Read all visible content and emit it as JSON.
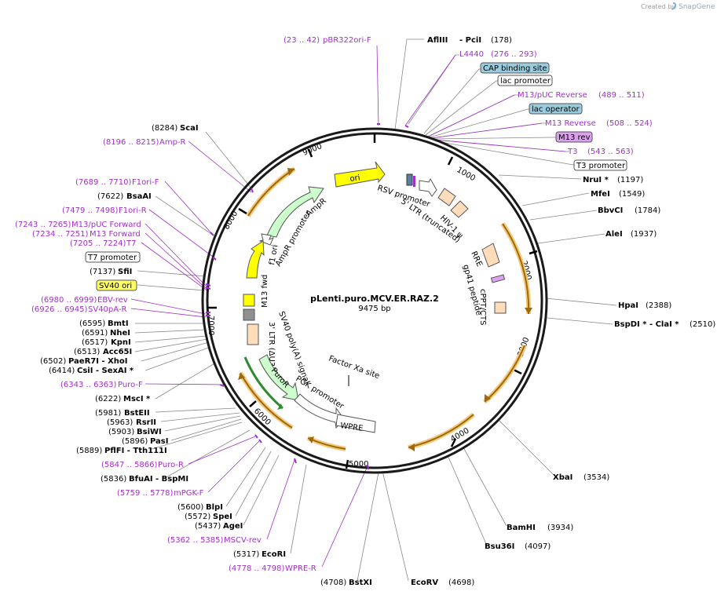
{
  "watermark": {
    "created_by": "Created by",
    "brand": "SnapGene"
  },
  "plasmid": {
    "name": "pLenti.puro.MCV.ER.RAZ.2",
    "size": "9475 bp"
  },
  "ticks": [
    "1000",
    "2000",
    "3000",
    "4000",
    "5000",
    "6000",
    "7000",
    "8000",
    "9000"
  ],
  "features": {
    "ori": "ori",
    "rsv_promoter": "RSV promoter",
    "ltr5": "5' LTR (truncated)",
    "hiv_psi": "HIV-1 ψ",
    "rre": "RRE",
    "gp41": "gp41 peptide",
    "cppt": "cPPT/CTS",
    "factor_xa": "Factor Xa site",
    "pgk": "PGK promoter",
    "wpre": "WPRE",
    "puror": "PuroR",
    "ltr3": "3' LTR (ΔU3)",
    "sv40polya": "SV40 poly(A) signal",
    "m13fwd": "M13 fwd",
    "f1ori": "f1 ori",
    "ampr_promoter": "AmpR promoter",
    "ampr": "AmpR"
  },
  "labels_right": [
    {
      "name": "AflIII",
      "extra": "- PciI",
      "pos": "(178)",
      "type": "enzyme"
    },
    {
      "name": "L4440",
      "range": "(276 .. 293)",
      "type": "primer"
    },
    {
      "name": "CAP binding site",
      "type": "box-blue"
    },
    {
      "name": "lac promoter",
      "type": "box-white"
    },
    {
      "name": "M13/pUC Reverse",
      "range": "(489 .. 511)",
      "type": "primer"
    },
    {
      "name": "lac operator",
      "type": "box-blue"
    },
    {
      "name": "M13 Reverse",
      "range": "(508 .. 524)",
      "type": "primer"
    },
    {
      "name": "M13 rev",
      "type": "box-purple"
    },
    {
      "name": "T3",
      "range": "(543 .. 563)",
      "type": "primer"
    },
    {
      "name": "T3 promoter",
      "type": "box-white"
    },
    {
      "name": "NruI *",
      "pos": "(1197)",
      "type": "enzyme"
    },
    {
      "name": "MfeI",
      "pos": "(1549)",
      "type": "enzyme"
    },
    {
      "name": "BbvCI",
      "pos": "(1784)",
      "type": "enzyme"
    },
    {
      "name": "AleI",
      "pos": "(1937)",
      "type": "enzyme"
    },
    {
      "name": "HpaI",
      "pos": "(2388)",
      "type": "enzyme"
    },
    {
      "name": "BspDI * - ClaI *",
      "pos": "(2510)",
      "type": "enzyme"
    },
    {
      "name": "XbaI",
      "pos": "(3534)",
      "type": "enzyme"
    },
    {
      "name": "BamHI",
      "pos": "(3934)",
      "type": "enzyme"
    },
    {
      "name": "Bsu36I",
      "pos": "(4097)",
      "type": "enzyme"
    },
    {
      "name": "EcoRV",
      "pos": "(4698)",
      "type": "enzyme"
    }
  ],
  "labels_left": [
    {
      "name": "pBR322ori-F",
      "range": "(23 .. 42)",
      "type": "primer"
    },
    {
      "name": "ScaI",
      "pos": "(8284)",
      "type": "enzyme"
    },
    {
      "name": "Amp-R",
      "range": "(8196 .. 8215)",
      "type": "primer"
    },
    {
      "name": "F1ori-F",
      "range": "(7689 .. 7710)",
      "type": "primer"
    },
    {
      "name": "BsaAI",
      "pos": "(7622)",
      "type": "enzyme"
    },
    {
      "name": "F1ori-R",
      "range": "(7479 .. 7498)",
      "type": "primer"
    },
    {
      "name": "M13/pUC Forward",
      "range": "(7243 .. 7265)",
      "type": "primer"
    },
    {
      "name": "M13 Forward",
      "range": "(7234 .. 7251)",
      "type": "primer"
    },
    {
      "name": "T7",
      "range": "(7205 .. 7224)",
      "type": "primer"
    },
    {
      "name": "T7 promoter",
      "type": "box-white"
    },
    {
      "name": "SfiI",
      "pos": "(7137)",
      "type": "enzyme"
    },
    {
      "name": "SV40 ori",
      "type": "box-yellow"
    },
    {
      "name": "EBV-rev",
      "range": "(6980 .. 6999)",
      "type": "primer"
    },
    {
      "name": "SV40pA-R",
      "range": "(6926 .. 6945)",
      "type": "primer"
    },
    {
      "name": "BmtI",
      "pos": "(6595)",
      "type": "enzyme"
    },
    {
      "name": "NheI",
      "pos": "(6591)",
      "type": "enzyme"
    },
    {
      "name": "KpnI",
      "pos": "(6517)",
      "type": "enzyme"
    },
    {
      "name": "Acc65I",
      "pos": "(6513)",
      "type": "enzyme"
    },
    {
      "name": "PaeR7I - XhoI",
      "pos": "(6502)",
      "type": "enzyme"
    },
    {
      "name": "CsiI - SexAI *",
      "pos": "(6414)",
      "type": "enzyme"
    },
    {
      "name": "Puro-F",
      "range": "(6343 .. 6363)",
      "type": "primer"
    },
    {
      "name": "MscI *",
      "pos": "(6222)",
      "type": "enzyme"
    },
    {
      "name": "BstEII",
      "pos": "(5981)",
      "type": "enzyme"
    },
    {
      "name": "RsrII",
      "pos": "(5963)",
      "type": "enzyme"
    },
    {
      "name": "BsiWI",
      "pos": "(5903)",
      "type": "enzyme"
    },
    {
      "name": "PasI",
      "pos": "(5896)",
      "type": "enzyme"
    },
    {
      "name": "PflFI - Tth111I",
      "pos": "(5889)",
      "type": "enzyme"
    },
    {
      "name": "Puro-R",
      "range": "(5847 .. 5866)",
      "type": "primer"
    },
    {
      "name": "BfuAI - BspMI",
      "pos": "(5836)",
      "type": "enzyme"
    },
    {
      "name": "mPGK-F",
      "range": "(5759 .. 5778)",
      "type": "primer"
    },
    {
      "name": "BlpI",
      "pos": "(5600)",
      "type": "enzyme"
    },
    {
      "name": "SpeI",
      "pos": "(5572)",
      "type": "enzyme"
    },
    {
      "name": "AgeI",
      "pos": "(5437)",
      "type": "enzyme"
    },
    {
      "name": "MSCV-rev",
      "range": "(5362 .. 5385)",
      "type": "primer"
    },
    {
      "name": "EcoRI",
      "pos": "(5317)",
      "type": "enzyme"
    },
    {
      "name": "WPRE-R",
      "range": "(4778 .. 4798)",
      "type": "primer"
    },
    {
      "name": "BstXI",
      "pos": "(4708)",
      "type": "enzyme"
    }
  ],
  "colors": {
    "backbone": "#1a1a1a",
    "primer": "#a030c8",
    "ori": "#ffff00",
    "ampr": "#ccffcc",
    "ltr": "#ffddbb",
    "orange_arc": "#f5a623",
    "brown_arc": "#9b6a10",
    "cap": "#99ccdd",
    "mrev": "#dda0ee",
    "sv40ori": "#ffff66"
  }
}
